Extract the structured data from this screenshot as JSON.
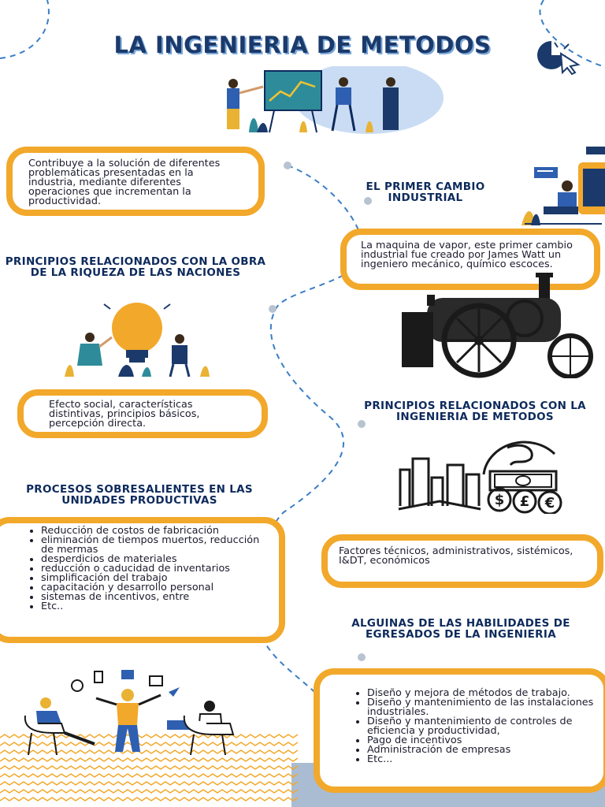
{
  "title": "LA INGENIERIA DE METODOS",
  "intro_box": {
    "text": "Contribuye a la solución de diferentes problemáticas presentadas en la industria, mediante diferentes operaciones que incrementan la productividad."
  },
  "section_primer_cambio": {
    "heading": "EL PRIMER CAMBIO INDUSTRIAL",
    "text": "La maquina de vapor, este primer cambio industrial fue creado por James Watt un ingeniero mecánico, químico escoces."
  },
  "section_principios_naciones": {
    "heading": "PRINCIPIOS RELACIONADOS CON LA OBRA DE LA RIQUEZA DE LAS NACIONES",
    "text": "Efecto social, características distintivas, principios básicos, percepción directa."
  },
  "section_principios_metodos": {
    "heading": "PRINCIPIOS RELACIONADOS CON LA INGENIERIA DE METODOS",
    "text": "Factores técnicos, administrativos, sistémicos, I&DT, económicos"
  },
  "section_procesos": {
    "heading": "PROCESOS SOBRESALIENTES EN LAS UNIDADES PRODUCTIVAS",
    "items": [
      "Reducción  de costos de fabricación",
      "eliminación de tiempos muertos, reducción de mermas",
      "desperdicios de materiales",
      "reducción o caducidad de inventarios",
      "simplificación del trabajo",
      "capacitación y desarrollo personal",
      "sistemas de incentivos, entre",
      " Etc.."
    ]
  },
  "section_habilidades": {
    "heading": "ALGUINAS DE LAS HABILIDADES DE EGRESADOS DE LA INGENIERIA",
    "items": [
      "Diseño y mejora de métodos de trabajo.",
      "Diseño y mantenimiento de las instalaciones industriales.",
      "Diseño y mantenimiento de controles de eficiencia y productividad,",
      "Pago de incentivos",
      "Administración de empresas",
      "Etc..."
    ]
  },
  "currency_symbols": [
    "$",
    "£",
    "€"
  ],
  "colors": {
    "accent_orange": "#f2a82a",
    "navy": "#0d2a5c",
    "path_blue": "#3a7ec6",
    "band_gray": "#a9bcd2"
  },
  "icons": [
    "cursor-click-icon",
    "presentation-illustration",
    "lightbulb-illustration",
    "steam-engine-illustration",
    "finance-illustration",
    "team-illustration",
    "laptop-worker-illustration"
  ]
}
